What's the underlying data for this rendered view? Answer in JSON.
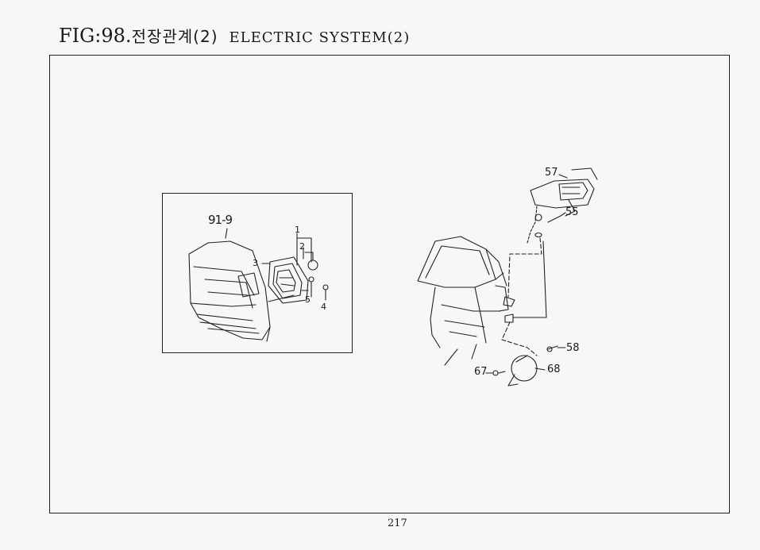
{
  "header": {
    "figure_number": "FIG:98.",
    "title_korean": "전장관계(2)",
    "title_english": "ELECTRIC SYSTEM(2)"
  },
  "inset": {
    "reference": "91-9",
    "callouts": [
      "1",
      "2",
      "3",
      "4",
      "5"
    ]
  },
  "main": {
    "callouts": [
      "57",
      "55",
      "58",
      "67",
      "68"
    ]
  },
  "footer": {
    "page_number": "217"
  }
}
